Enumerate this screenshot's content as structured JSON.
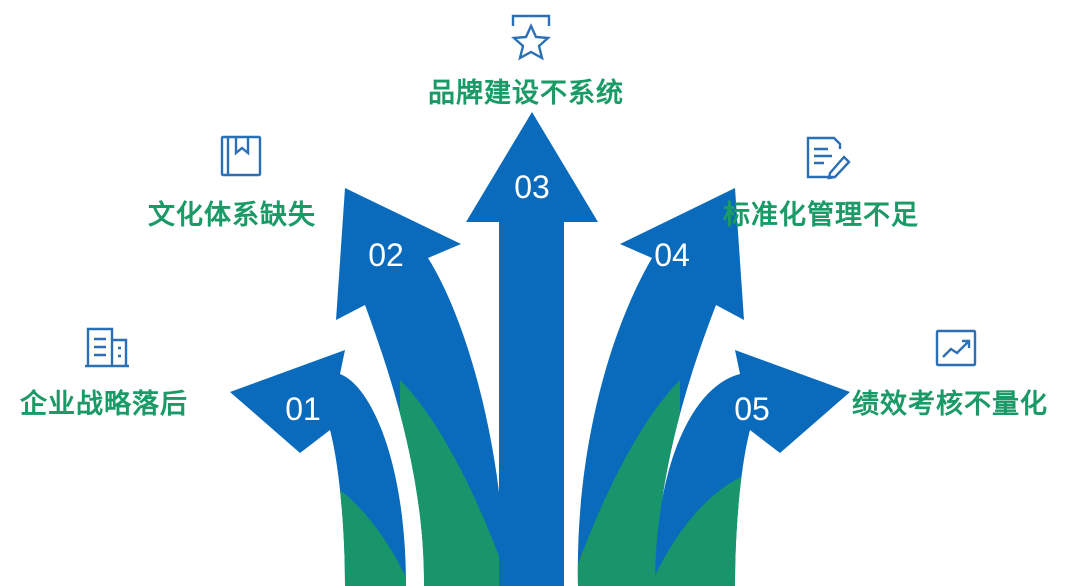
{
  "colors": {
    "arrow_blue": "#0a6bbd",
    "arrow_green": "#18956b",
    "label_green": "#1a9a66",
    "icon_blue": "#2b6fb5"
  },
  "arrows": [
    {
      "number": "01",
      "label": "企业战略落后",
      "icon": "building-icon"
    },
    {
      "number": "02",
      "label": "文化体系缺失",
      "icon": "book-icon"
    },
    {
      "number": "03",
      "label": "品牌建设不系统",
      "icon": "star-badge-icon"
    },
    {
      "number": "04",
      "label": "标准化管理不足",
      "icon": "document-edit-icon"
    },
    {
      "number": "05",
      "label": "绩效考核不量化",
      "icon": "chart-trend-icon"
    }
  ]
}
